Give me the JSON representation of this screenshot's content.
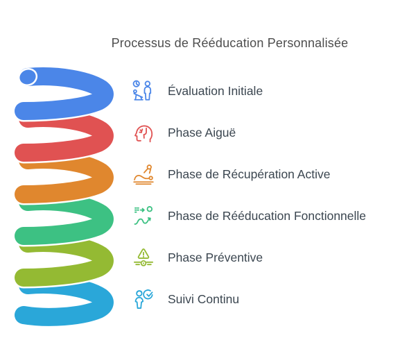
{
  "title": "Processus de Rééducation Personnalisée",
  "phases": [
    {
      "label": "Évaluation Initiale",
      "color": "#4b86e8",
      "icon": "patient-assessment-icon"
    },
    {
      "label": "Phase Aiguë",
      "color": "#e05252",
      "icon": "head-pain-icon"
    },
    {
      "label": "Phase de Récupération Active",
      "color": "#e0872e",
      "icon": "massage-therapy-icon"
    },
    {
      "label": "Phase de Rééducation Fonctionnelle",
      "color": "#3dc183",
      "icon": "movement-path-icon"
    },
    {
      "label": "Phase Préventive",
      "color": "#94ba33",
      "icon": "warning-prevention-icon"
    },
    {
      "label": "Suivi Continu",
      "color": "#2aa7d9",
      "icon": "person-check-icon"
    }
  ],
  "spiral": {
    "coil_colors": [
      "#4b86e8",
      "#e05252",
      "#e0872e",
      "#3dc183",
      "#94ba33",
      "#2aa7d9"
    ]
  }
}
